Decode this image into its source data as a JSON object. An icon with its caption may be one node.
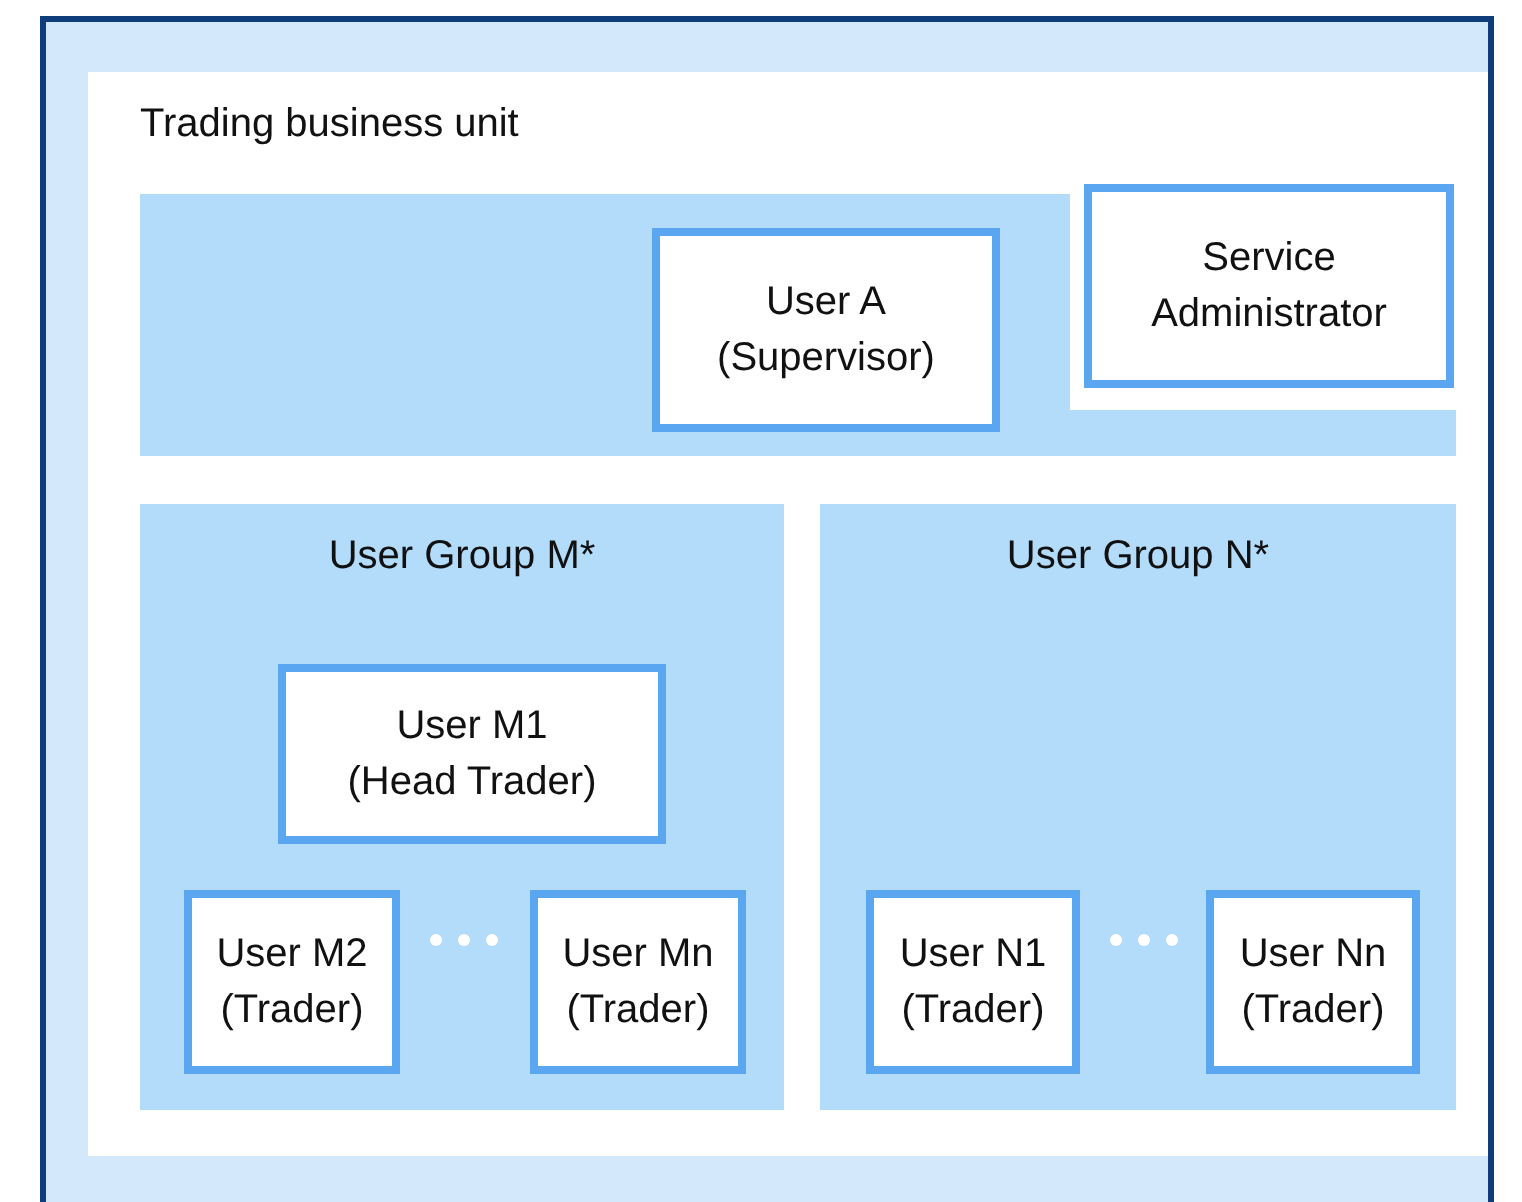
{
  "diagram": {
    "nodes": [
      {
        "text": [
          "Trading business unit"
        ]
      },
      {
        "text": [],
        "shape": "box",
        "in": 0
      },
      {
        "text": [
          "User A (Supervisor)"
        ],
        "in": 1
      },
      {
        "text": [
          "Service Administrator"
        ],
        "in": 0
      },
      {
        "text": [
          "User Group M*"
        ],
        "in": 0
      },
      {
        "text": [
          "User M1 (Head Trader)"
        ],
        "in": 4
      },
      {
        "text": [
          "User M2 (Trader)"
        ],
        "in": 4
      },
      {
        "text": [
          "User Mn (Trader)"
        ],
        "in": 4
      },
      {
        "text": [
          "User Group N*"
        ],
        "in": 0
      },
      {
        "text": [
          "User N1 (Trader)"
        ],
        "in": 8
      },
      {
        "text": [
          "User Nn (Trader)"
        ],
        "in": 8
      }
    ],
    "edges": []
  }
}
